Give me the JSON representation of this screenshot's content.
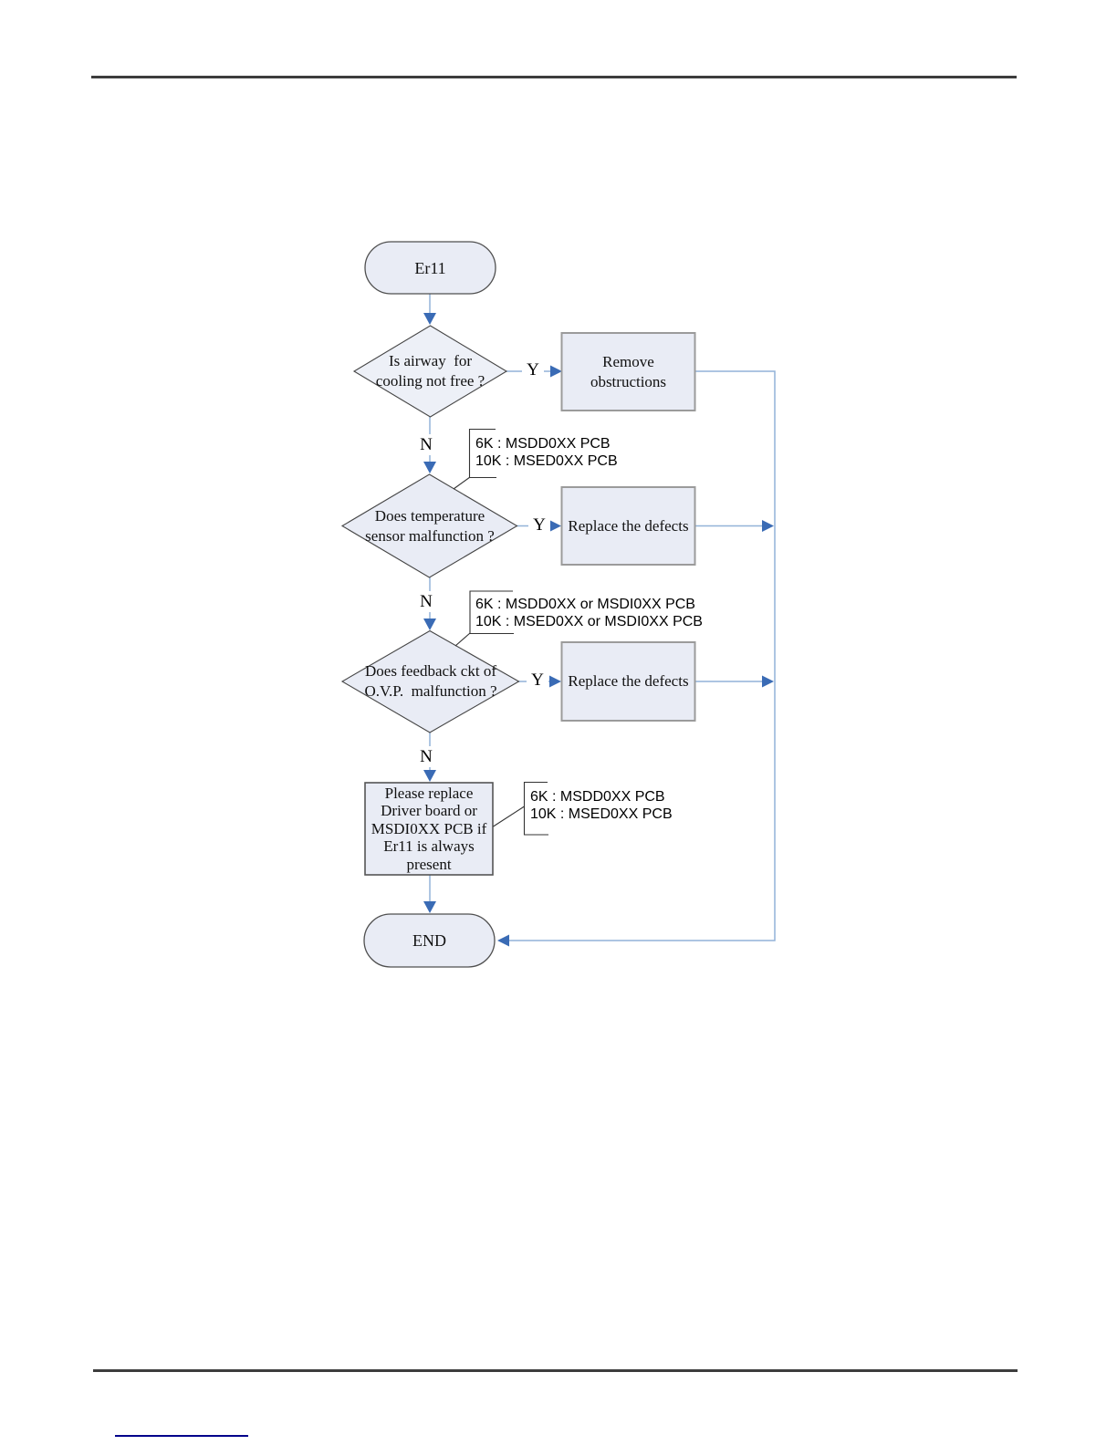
{
  "colors": {
    "flow_line": "#92b2d8",
    "arrowhead": "#3a6bb5",
    "node_fill": "#e9ecf5",
    "node_border": "#4f4f4f",
    "action_box_border": "#9b9b9b",
    "annotation_line": "#333333",
    "header_rule": "#3d3d3d",
    "footnote_rule": "#00008b"
  },
  "flowchart": {
    "start": {
      "label": "Er11"
    },
    "decisions": [
      {
        "label": "Is airway  for\ncooling not free ?"
      },
      {
        "label": "Does temperature\nsensor malfunction ?"
      },
      {
        "label": "Does feedback ckt of\nO.V.P.  malfunction ?"
      }
    ],
    "actions": [
      {
        "label": "Remove\nobstructions"
      },
      {
        "label": "Replace the defects"
      },
      {
        "label": "Replace the defects"
      },
      {
        "label": "Please replace\nDriver board or\nMSDI0XX PCB if\nEr11 is always\npresent"
      }
    ],
    "end": {
      "label": "END"
    },
    "branch_labels": {
      "yes": "Y",
      "no": "N"
    },
    "annotations": [
      {
        "text": "6K : MSDD0XX PCB\n10K : MSED0XX PCB"
      },
      {
        "text": "6K : MSDD0XX or MSDI0XX PCB\n10K : MSED0XX or MSDI0XX PCB"
      },
      {
        "text": "6K : MSDD0XX PCB\n10K : MSED0XX PCB"
      }
    ]
  }
}
